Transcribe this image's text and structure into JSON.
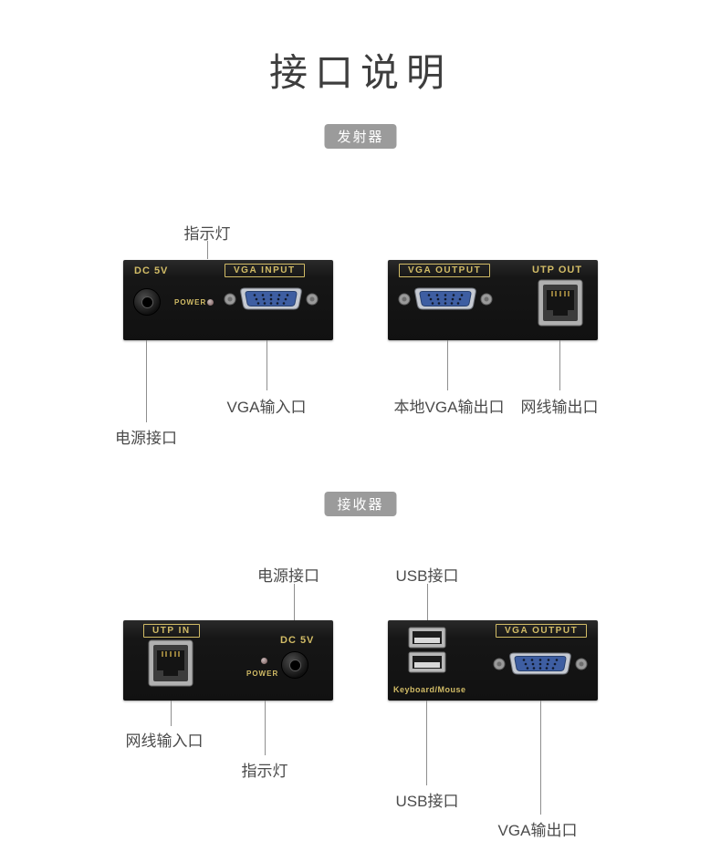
{
  "title": "接口说明",
  "tx": {
    "badge": "发射器",
    "indicator": "指示灯",
    "left": {
      "dc": "DC 5V",
      "power": "POWER",
      "vga": "VGA INPUT"
    },
    "right": {
      "vga": "VGA OUTPUT",
      "utp": "UTP OUT"
    },
    "callouts": {
      "vga_in": "VGA输入口",
      "power": "电源接口",
      "local_vga_out": "本地VGA输出口",
      "net_out": "网线输出口"
    }
  },
  "rx": {
    "badge": "接收器",
    "top": {
      "power": "电源接口",
      "usb": "USB接口"
    },
    "left": {
      "utp": "UTP IN",
      "power": "POWER",
      "dc": "DC 5V"
    },
    "right": {
      "kbm": "Keyboard/Mouse",
      "vga": "VGA OUTPUT"
    },
    "bottom": {
      "net_in": "网线输入口",
      "indicator": "指示灯",
      "usb": "USB接口",
      "vga_out": "VGA输出口"
    }
  },
  "colors": {
    "gold": "#d2bc66",
    "panel": "#171717",
    "badge": "#9b9b9b",
    "vga_blue": "#3e5ea2"
  }
}
